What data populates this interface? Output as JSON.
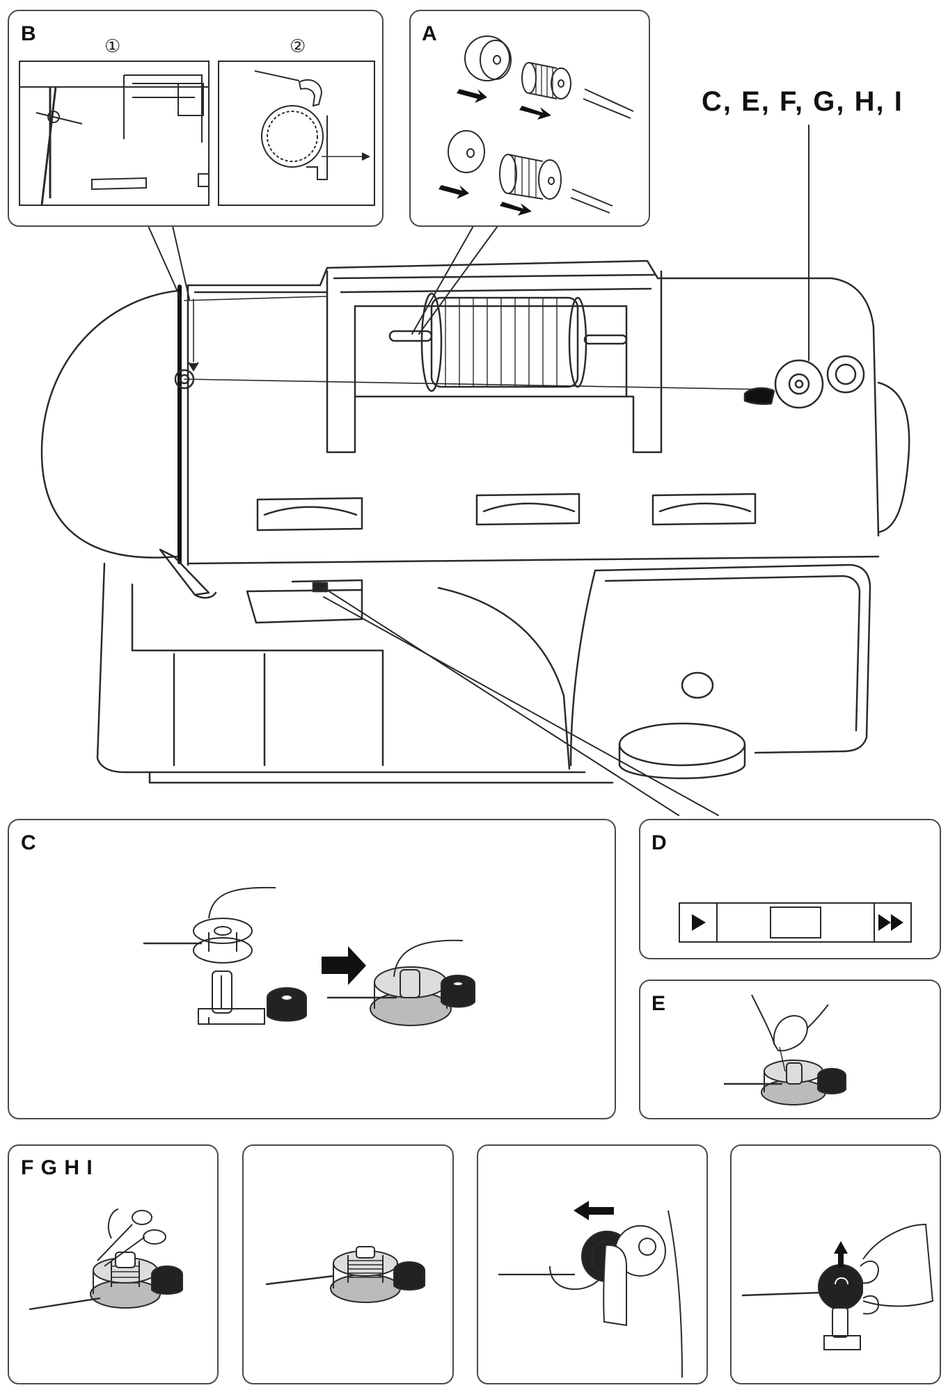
{
  "labels": {
    "a": "A",
    "b": "B",
    "c": "C",
    "d": "D",
    "e": "E",
    "fghi": "F G H I",
    "callout_multi": "C, E, F, G, H, I"
  },
  "sub_steps": {
    "step1": "①",
    "step2": "②"
  },
  "icons": {
    "play": "play-icon",
    "fast_forward": "fast-forward-icon",
    "arrow": "arrow-right-icon"
  }
}
